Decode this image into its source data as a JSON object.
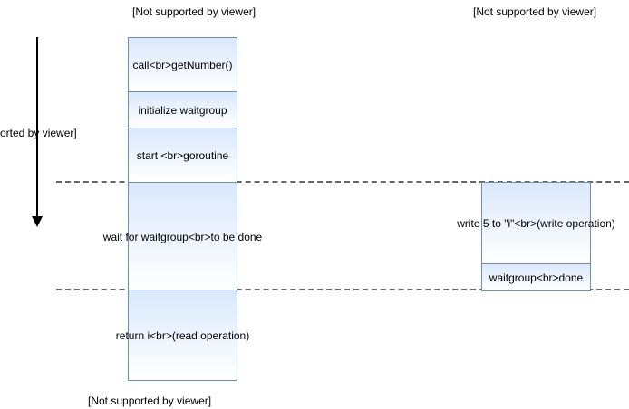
{
  "labels": {
    "top_left": "[Not supported by viewer]",
    "top_right": "[Not supported by viewer]",
    "left_side": "orted by viewer]",
    "bottom": "[Not supported by viewer]"
  },
  "main_column": [
    "call<br>getNumber()",
    "initialize waitgroup",
    "start <br>goroutine",
    "wait for waitgroup<br>to be done",
    "return i<br>(read operation)"
  ],
  "goroutine_column": [
    "write 5 to \"i\"<br>(write operation)",
    "waitgroup<br>done"
  ],
  "colors": {
    "box_border": "#6c8ebf",
    "box_fill_top": "#dae8fc",
    "dashed_line": "#666666",
    "arrow": "#000000"
  }
}
